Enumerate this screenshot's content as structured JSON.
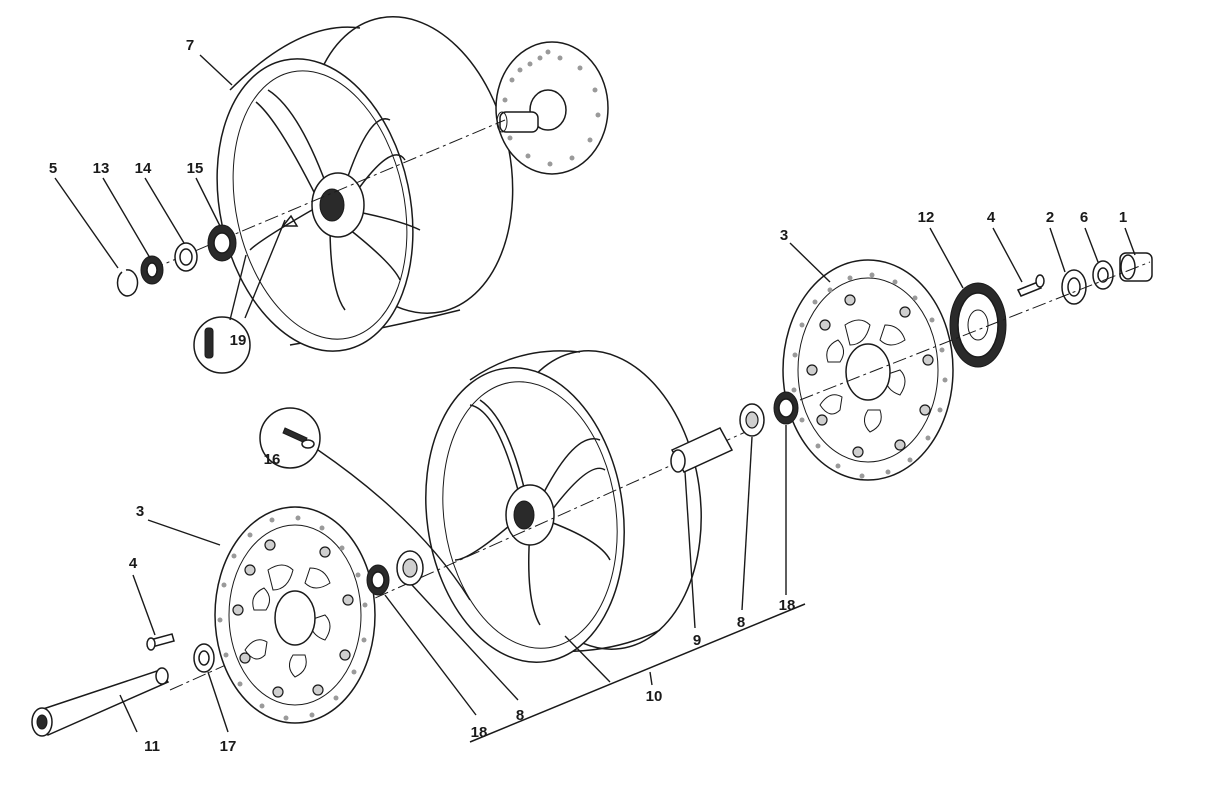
{
  "labels": {
    "l7": "7",
    "l5": "5",
    "l13": "13",
    "l14": "14",
    "l15": "15",
    "l19": "19",
    "l3a": "3",
    "l12": "12",
    "l4a": "4",
    "l2": "2",
    "l6": "6",
    "l1": "1",
    "l16": "16",
    "l3b": "3",
    "l4b": "4",
    "l11": "11",
    "l17": "17",
    "l18a": "18",
    "l8a": "8",
    "l10": "10",
    "l9": "9",
    "l8b": "8",
    "l18b": "18"
  }
}
